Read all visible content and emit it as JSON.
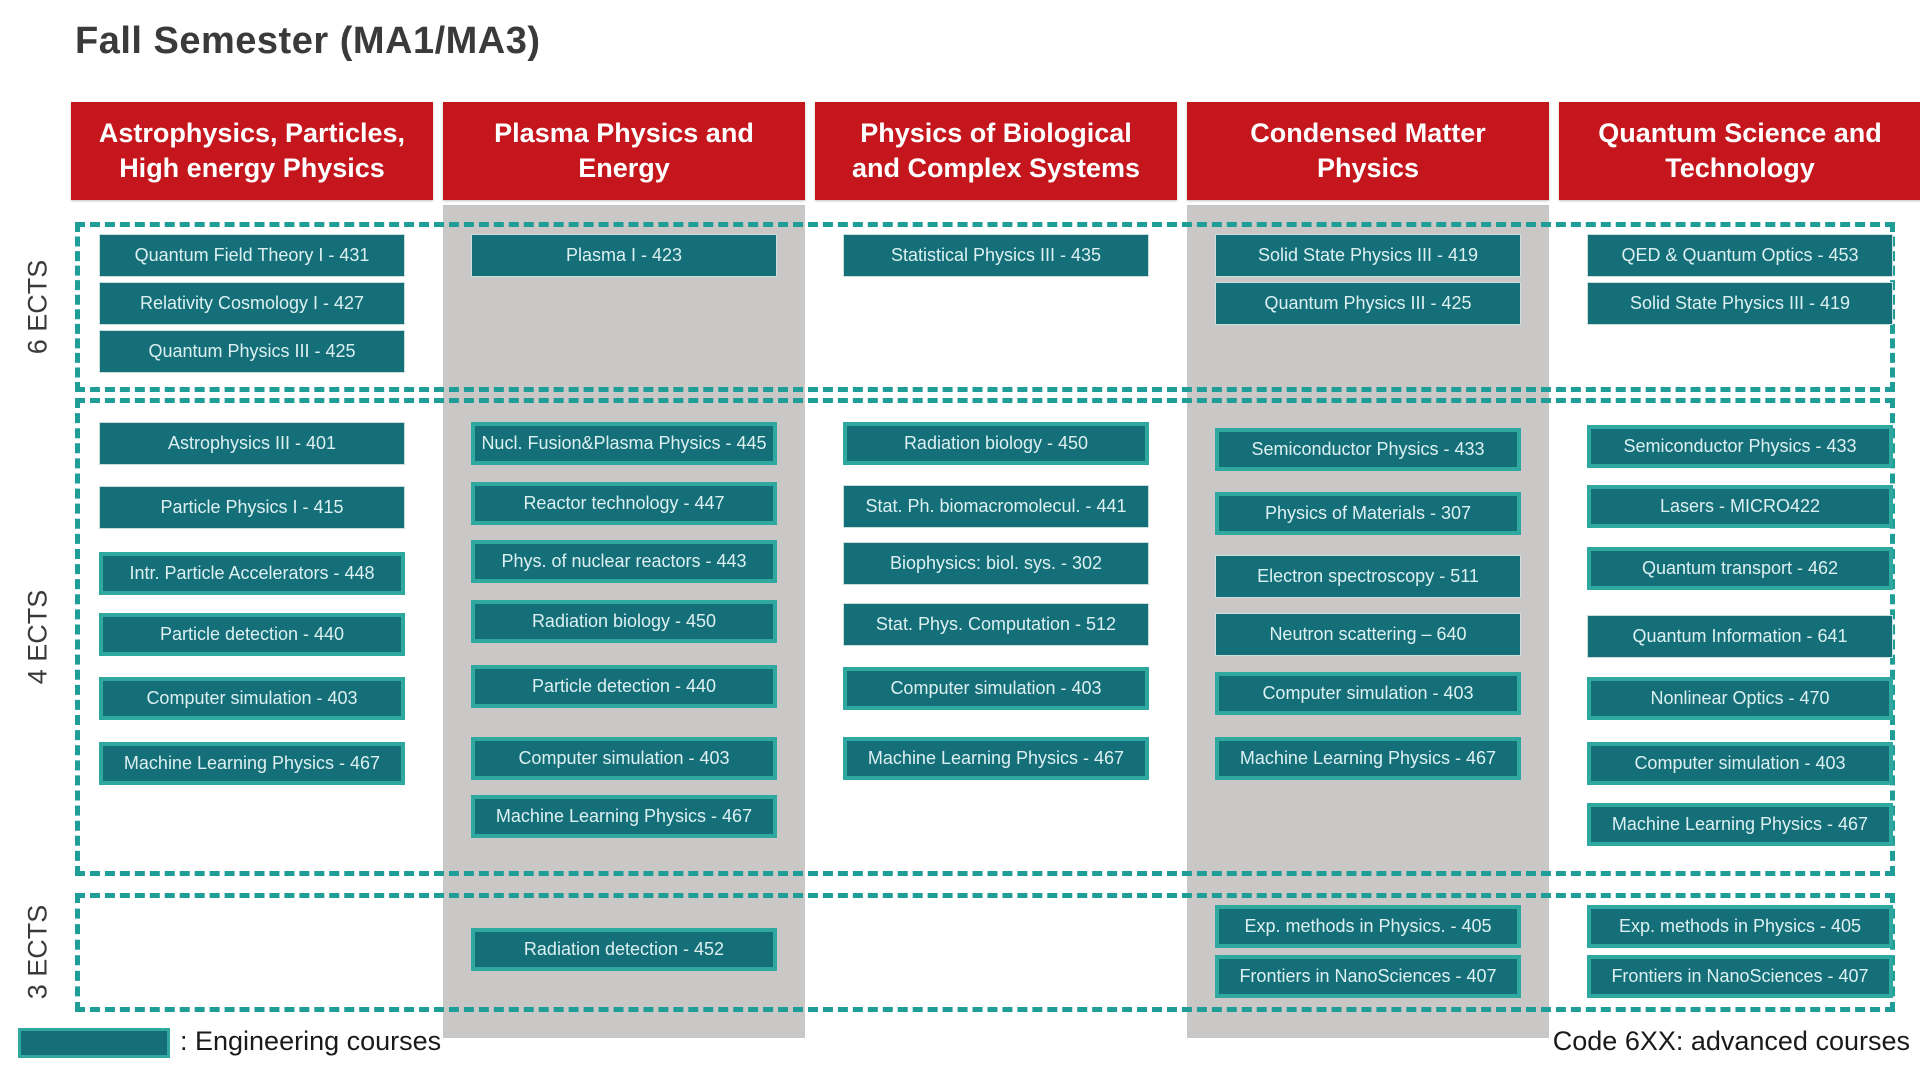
{
  "title": "Fall Semester (MA1/MA3)",
  "legend": {
    "engineering_label": ": Engineering courses",
    "advanced_note": "Code 6XX: advanced courses"
  },
  "ects_groups": [
    {
      "id": "6",
      "label": "6 ECTS"
    },
    {
      "id": "4",
      "label": "4 ECTS"
    },
    {
      "id": "3",
      "label": "3 ECTS"
    }
  ],
  "colors": {
    "header_red": "#c4161c",
    "course_teal": "#156f78",
    "engineering_border": "#2fa89f",
    "dashed_teal": "#1f9e97",
    "column_gray": "#cac8c6"
  },
  "columns": [
    {
      "header": [
        "Astrophysics, Particles,",
        "High energy Physics"
      ],
      "gray_band": false,
      "courses_6": [
        {
          "label": "Quantum Field Theory I - 431",
          "engineering": false
        },
        {
          "label": "Relativity Cosmology I - 427",
          "engineering": false
        },
        {
          "label": "Quantum Physics III - 425",
          "engineering": false
        }
      ],
      "courses_4": [
        {
          "label": "Astrophysics III - 401",
          "engineering": false
        },
        {
          "label": "Particle Physics I - 415",
          "engineering": false
        },
        {
          "label": "Intr. Particle Accelerators - 448",
          "engineering": true
        },
        {
          "label": "Particle detection - 440",
          "engineering": true
        },
        {
          "label": "Computer simulation - 403",
          "engineering": true
        },
        {
          "label": "Machine Learning Physics - 467",
          "engineering": true
        }
      ],
      "courses_3": []
    },
    {
      "header": [
        "Plasma Physics and",
        "Energy"
      ],
      "gray_band": true,
      "courses_6": [
        {
          "label": "Plasma I - 423",
          "engineering": false
        }
      ],
      "courses_4": [
        {
          "label": "Nucl. Fusion&Plasma Physics - 445",
          "engineering": true
        },
        {
          "label": "Reactor technology - 447",
          "engineering": true
        },
        {
          "label": "Phys. of nuclear reactors - 443",
          "engineering": true
        },
        {
          "label": "Radiation biology - 450",
          "engineering": true
        },
        {
          "label": "Particle detection - 440",
          "engineering": true
        },
        {
          "label": "Computer simulation - 403",
          "engineering": true
        },
        {
          "label": "Machine Learning Physics - 467",
          "engineering": true
        }
      ],
      "courses_3": [
        {
          "label": "Radiation detection - 452",
          "engineering": true
        }
      ]
    },
    {
      "header": [
        "Physics of Biological",
        "and Complex Systems"
      ],
      "gray_band": false,
      "courses_6": [
        {
          "label": "Statistical Physics III - 435",
          "engineering": false
        }
      ],
      "courses_4": [
        {
          "label": "Radiation biology - 450",
          "engineering": true
        },
        {
          "label": "Stat. Ph. biomacromolecul. - 441",
          "engineering": false
        },
        {
          "label": "Biophysics: biol. sys. - 302",
          "engineering": false
        },
        {
          "label": "Stat. Phys. Computation - 512",
          "engineering": false
        },
        {
          "label": "Computer simulation - 403",
          "engineering": true
        },
        {
          "label": "Machine Learning Physics - 467",
          "engineering": true
        }
      ],
      "courses_3": []
    },
    {
      "header": [
        "Condensed Matter",
        "Physics"
      ],
      "gray_band": true,
      "courses_6": [
        {
          "label": "Solid State Physics III - 419",
          "engineering": false
        },
        {
          "label": "Quantum Physics III - 425",
          "engineering": false
        }
      ],
      "courses_4": [
        {
          "label": "Semiconductor Physics  - 433",
          "engineering": true
        },
        {
          "label": "Physics of Materials - 307",
          "engineering": true
        },
        {
          "label": "Electron spectroscopy - 511",
          "engineering": false
        },
        {
          "label": "Neutron scattering – 640",
          "engineering": false
        },
        {
          "label": "Computer simulation - 403",
          "engineering": true
        },
        {
          "label": "Machine Learning Physics - 467",
          "engineering": true
        }
      ],
      "courses_3": [
        {
          "label": "Exp. methods in Physics. - 405",
          "engineering": true
        },
        {
          "label": "Frontiers in NanoSciences - 407",
          "engineering": true
        }
      ]
    },
    {
      "header": [
        "Quantum Science and",
        "Technology"
      ],
      "gray_band": false,
      "courses_6": [
        {
          "label": "QED & Quantum Optics - 453",
          "engineering": false
        },
        {
          "label": "Solid State Physics III - 419",
          "engineering": false
        }
      ],
      "courses_4": [
        {
          "label": "Semiconductor Physics - 433",
          "engineering": true
        },
        {
          "label": "Lasers - MICRO422",
          "engineering": true
        },
        {
          "label": "Quantum transport - 462",
          "engineering": true
        },
        {
          "label": "Quantum Information - 641",
          "engineering": false
        },
        {
          "label": "Nonlinear Optics - 470",
          "engineering": true
        },
        {
          "label": "Computer simulation - 403",
          "engineering": true
        },
        {
          "label": "Machine Learning Physics - 467",
          "engineering": true
        }
      ],
      "courses_3": [
        {
          "label": "Exp. methods in Physics - 405",
          "engineering": true
        },
        {
          "label": "Frontiers in NanoSciences - 407",
          "engineering": true
        }
      ]
    }
  ]
}
